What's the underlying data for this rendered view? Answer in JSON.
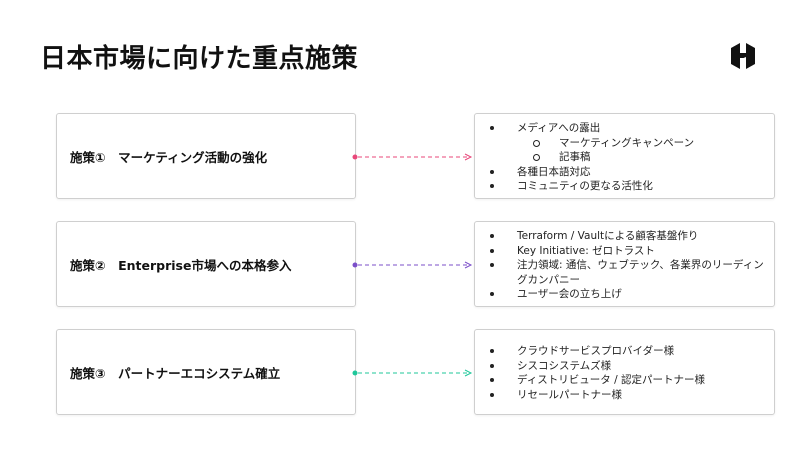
{
  "slide": {
    "title": "日本市場に向けた重点施策",
    "logo_icon": "hashicorp-logo-icon"
  },
  "initiatives": [
    {
      "label": "施策①　マーケティング活動の強化",
      "color": "#e8477a",
      "items": [
        {
          "text": "メディアへの露出",
          "level": 1
        },
        {
          "text": "マーケティングキャンペーン",
          "level": 2
        },
        {
          "text": "記事稿",
          "level": 2
        },
        {
          "text": "各種日本語対応",
          "level": 1
        },
        {
          "text": "コミュニティの更なる活性化",
          "level": 1
        }
      ]
    },
    {
      "label": "施策②　Enterprise市場への本格参入",
      "color": "#7b4fc9",
      "items": [
        {
          "text": "Terraform / Vaultによる顧客基盤作り",
          "level": 1
        },
        {
          "text": "Key Initiative: ゼロトラスト",
          "level": 1
        },
        {
          "text": "注力領域: 通信、ウェブテック、各業界のリーディングカンパニー",
          "level": 1
        },
        {
          "text": "ユーザー会の立ち上げ",
          "level": 1
        }
      ]
    },
    {
      "label": "施策③　パートナーエコシステム確立",
      "color": "#1fc79a",
      "items": [
        {
          "text": "クラウドサービスプロバイダー様",
          "level": 1
        },
        {
          "text": "シスコシステムズ様",
          "level": 1
        },
        {
          "text": "ディストリビュータ / 認定パートナー様",
          "level": 1
        },
        {
          "text": "リセールパートナー様",
          "level": 1
        }
      ]
    }
  ]
}
